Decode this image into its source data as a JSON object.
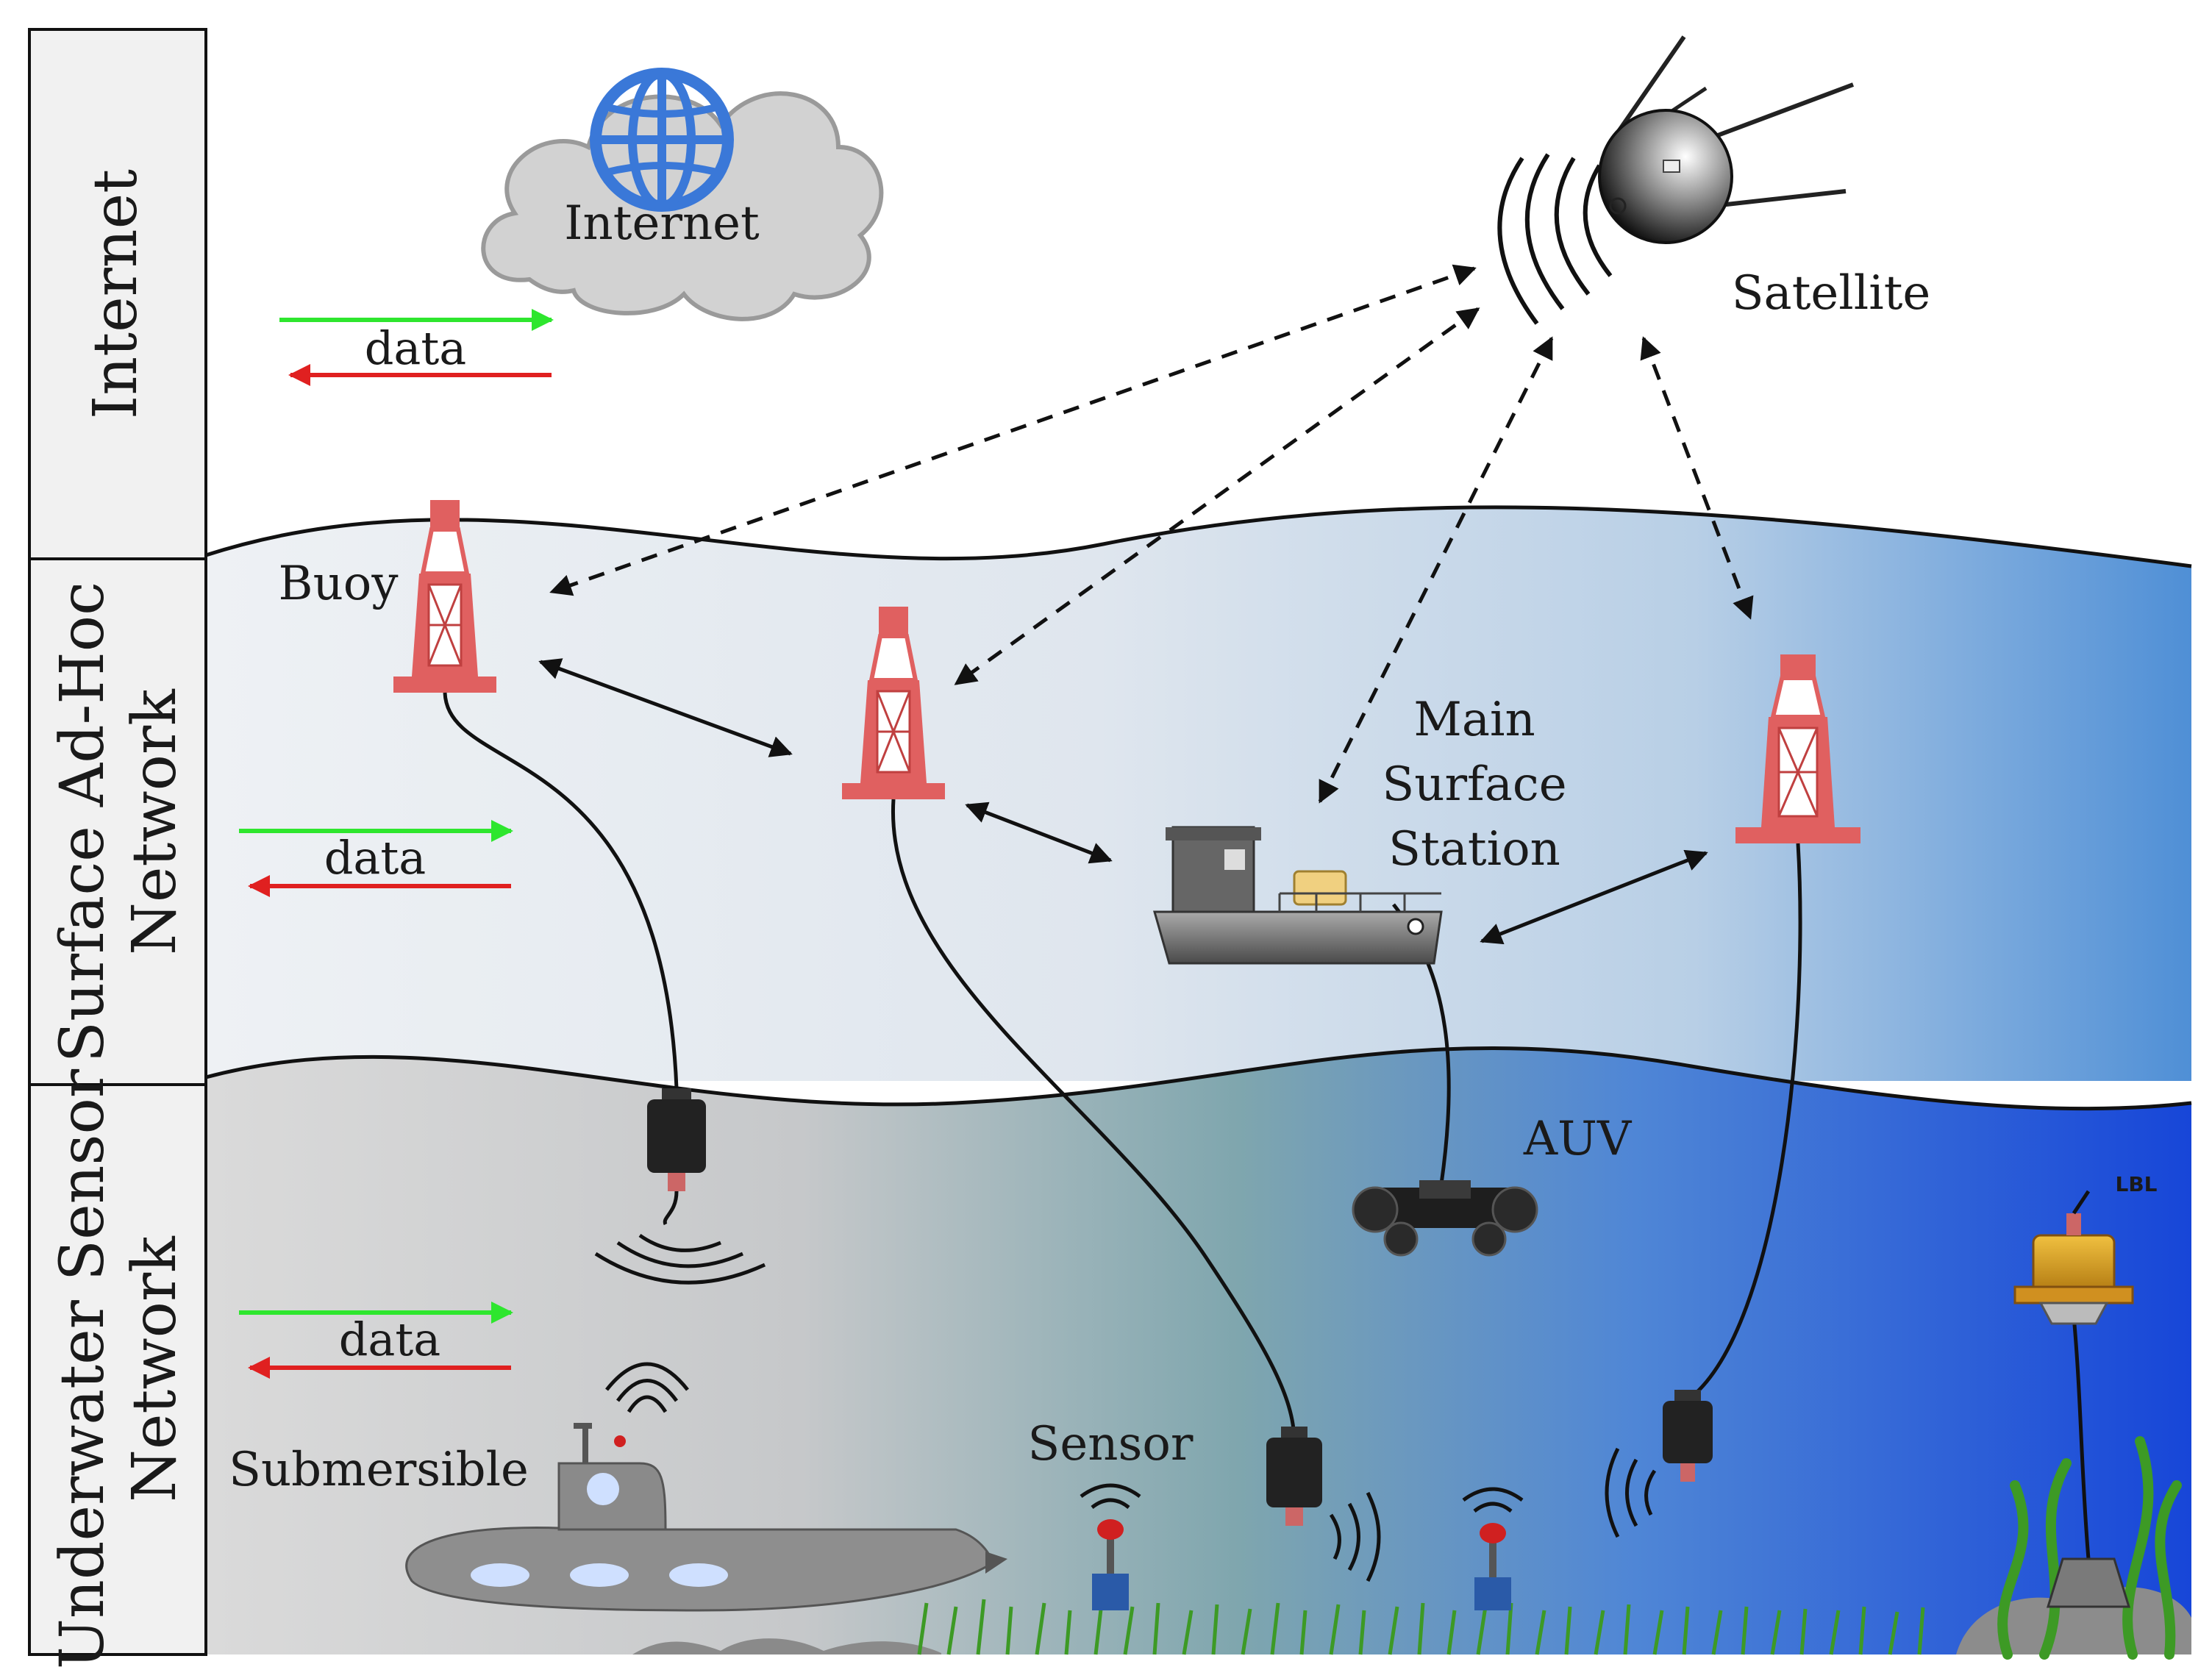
{
  "layers": [
    {
      "id": "internet",
      "lines": [
        "Internet"
      ]
    },
    {
      "id": "surface",
      "lines": [
        "Surface Ad-Hoc",
        "Network"
      ]
    },
    {
      "id": "underwater",
      "lines": [
        "Underwater Sensor",
        "Network"
      ]
    }
  ],
  "data_legend": {
    "label": "data",
    "forward_color": "#2ee62e",
    "backward_color": "#e02020"
  },
  "nodes": {
    "internet_cloud": "Internet",
    "satellite": "Satellite",
    "buoy": "Buoy",
    "main_station": [
      "Main",
      "Surface",
      "Station"
    ],
    "auv": "AUV",
    "lbl": "LBL",
    "submersible": "Submersible",
    "sensor": "Sensor"
  },
  "colors": {
    "buoy": "#e06060",
    "globe": "#3a78d8",
    "sea_deep": "#1a52d8",
    "sea_surface": "#e8edf2",
    "seabed_grass": "#4aa52a"
  }
}
